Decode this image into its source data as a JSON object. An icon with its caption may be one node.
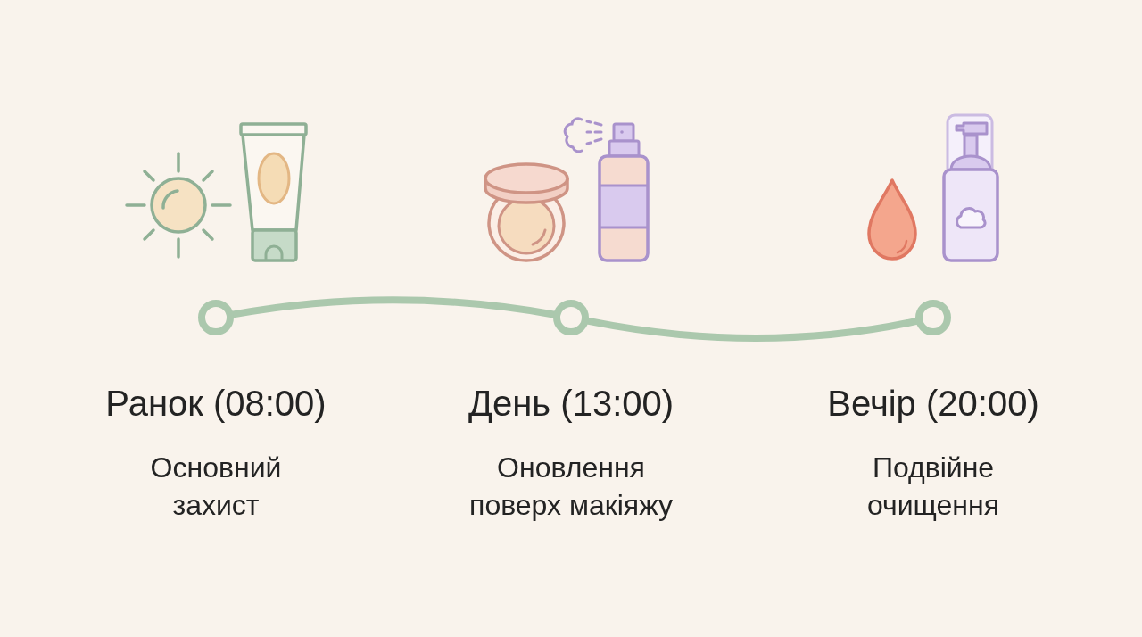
{
  "diagram": {
    "nodes": [
      {
        "text": [],
        "shape": "circle",
        "beside": [
          "Ранок (08:00)",
          "Основний захист"
        ]
      },
      {
        "text": [],
        "shape": "circle",
        "beside": [
          "День (13:00)",
          "Оновлення поверх макіяжу"
        ]
      },
      {
        "text": [],
        "shape": "circle",
        "beside": [
          "Вечір (20:00)",
          "Подвійне очищення"
        ]
      }
    ],
    "edges": [
      {
        "from": 0,
        "to": 1,
        "arrow": "none"
      },
      {
        "from": 1,
        "to": 2,
        "arrow": "none"
      }
    ]
  }
}
